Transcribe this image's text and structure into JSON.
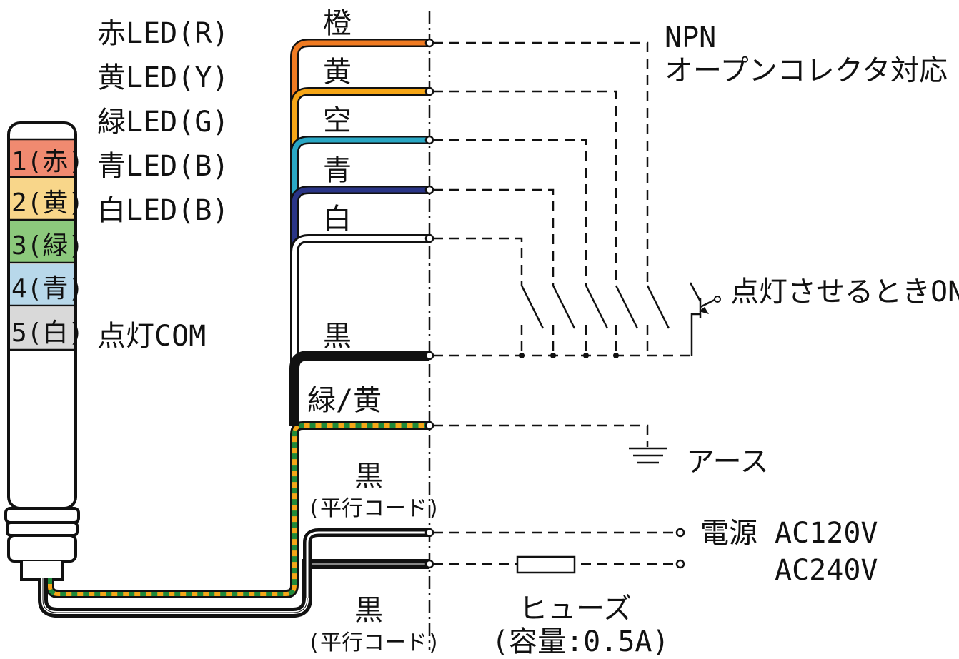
{
  "led_legend": [
    {
      "label": "赤LED(R)"
    },
    {
      "label": "黄LED(Y)"
    },
    {
      "label": "緑LED(G)"
    },
    {
      "label": "青LED(B)"
    },
    {
      "label": "白LED(B)"
    },
    {
      "label": "点灯COM"
    }
  ],
  "tower_segments": [
    {
      "label": "1(赤)",
      "color": "#f08a70"
    },
    {
      "label": "2(黄)",
      "color": "#f8d68a"
    },
    {
      "label": "3(緑)",
      "color": "#8cc97c"
    },
    {
      "label": "4(青)",
      "color": "#b8d8ea"
    },
    {
      "label": "5(白)",
      "color": "#d9d9d9"
    }
  ],
  "wires": [
    {
      "label": "橙",
      "color": "#f07b22"
    },
    {
      "label": "黄",
      "color": "#f6a617"
    },
    {
      "label": "空",
      "color": "#2aa7c4"
    },
    {
      "label": "青",
      "color": "#2a3587"
    },
    {
      "label": "白",
      "color": "#ffffff"
    },
    {
      "label": "黒",
      "color": "#111111"
    },
    {
      "label": "緑/黄",
      "color": "#1f8a3a"
    }
  ],
  "power_cords": [
    {
      "label": "黒",
      "sublabel": "(平行コード)"
    },
    {
      "label": "黒",
      "sublabel": "(平行コード)"
    }
  ],
  "npn_note": {
    "line1": "NPN",
    "line2": "オープンコレクタ対応"
  },
  "transistor_note": "点灯させるときON",
  "earth_label": "アース",
  "power": {
    "label": "電源",
    "v1": "AC120V",
    "v2": "AC240V"
  },
  "fuse": {
    "label": "ヒューズ",
    "capacity": "(容量:0.5A)"
  }
}
